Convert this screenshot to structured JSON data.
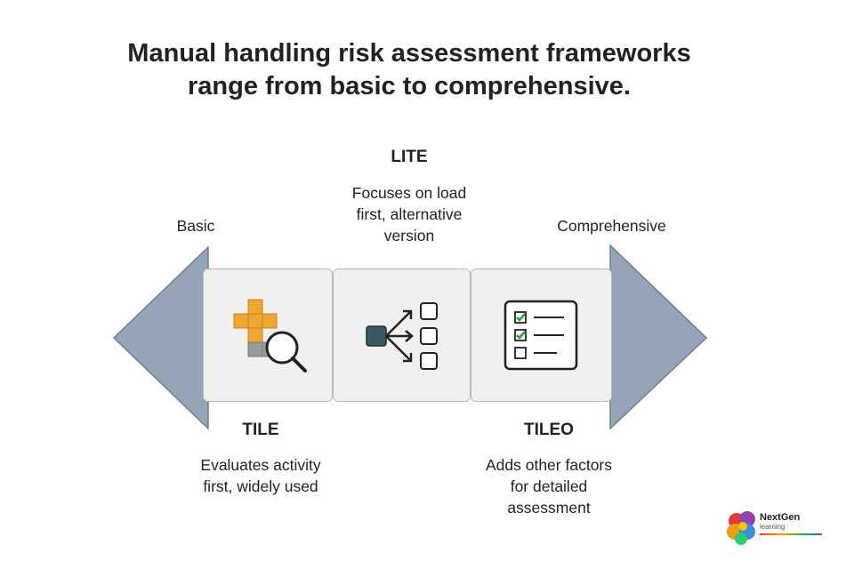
{
  "title_line1": "Manual handling risk assessment frameworks",
  "title_line2": "range from basic to comprehensive.",
  "scale": {
    "left_label": "Basic",
    "right_label": "Comprehensive"
  },
  "frameworks": [
    {
      "name": "TILE",
      "desc_line1": "Evaluates activity",
      "desc_line2": "first, widely used",
      "desc_line3": ""
    },
    {
      "name": "LITE",
      "desc_line1": "Focuses on load",
      "desc_line2": "first, alternative",
      "desc_line3": "version"
    },
    {
      "name": "TILEO",
      "desc_line1": "Adds other factors",
      "desc_line2": "for detailed",
      "desc_line3": "assessment"
    }
  ],
  "logo": {
    "name": "NextGen",
    "sub": "learning"
  },
  "colors": {
    "arrow": "#95a4b6",
    "box": "#f0f0f0",
    "orange": "#f0a634",
    "check": "#2e9a3e",
    "dark_square": "#3d5862"
  }
}
